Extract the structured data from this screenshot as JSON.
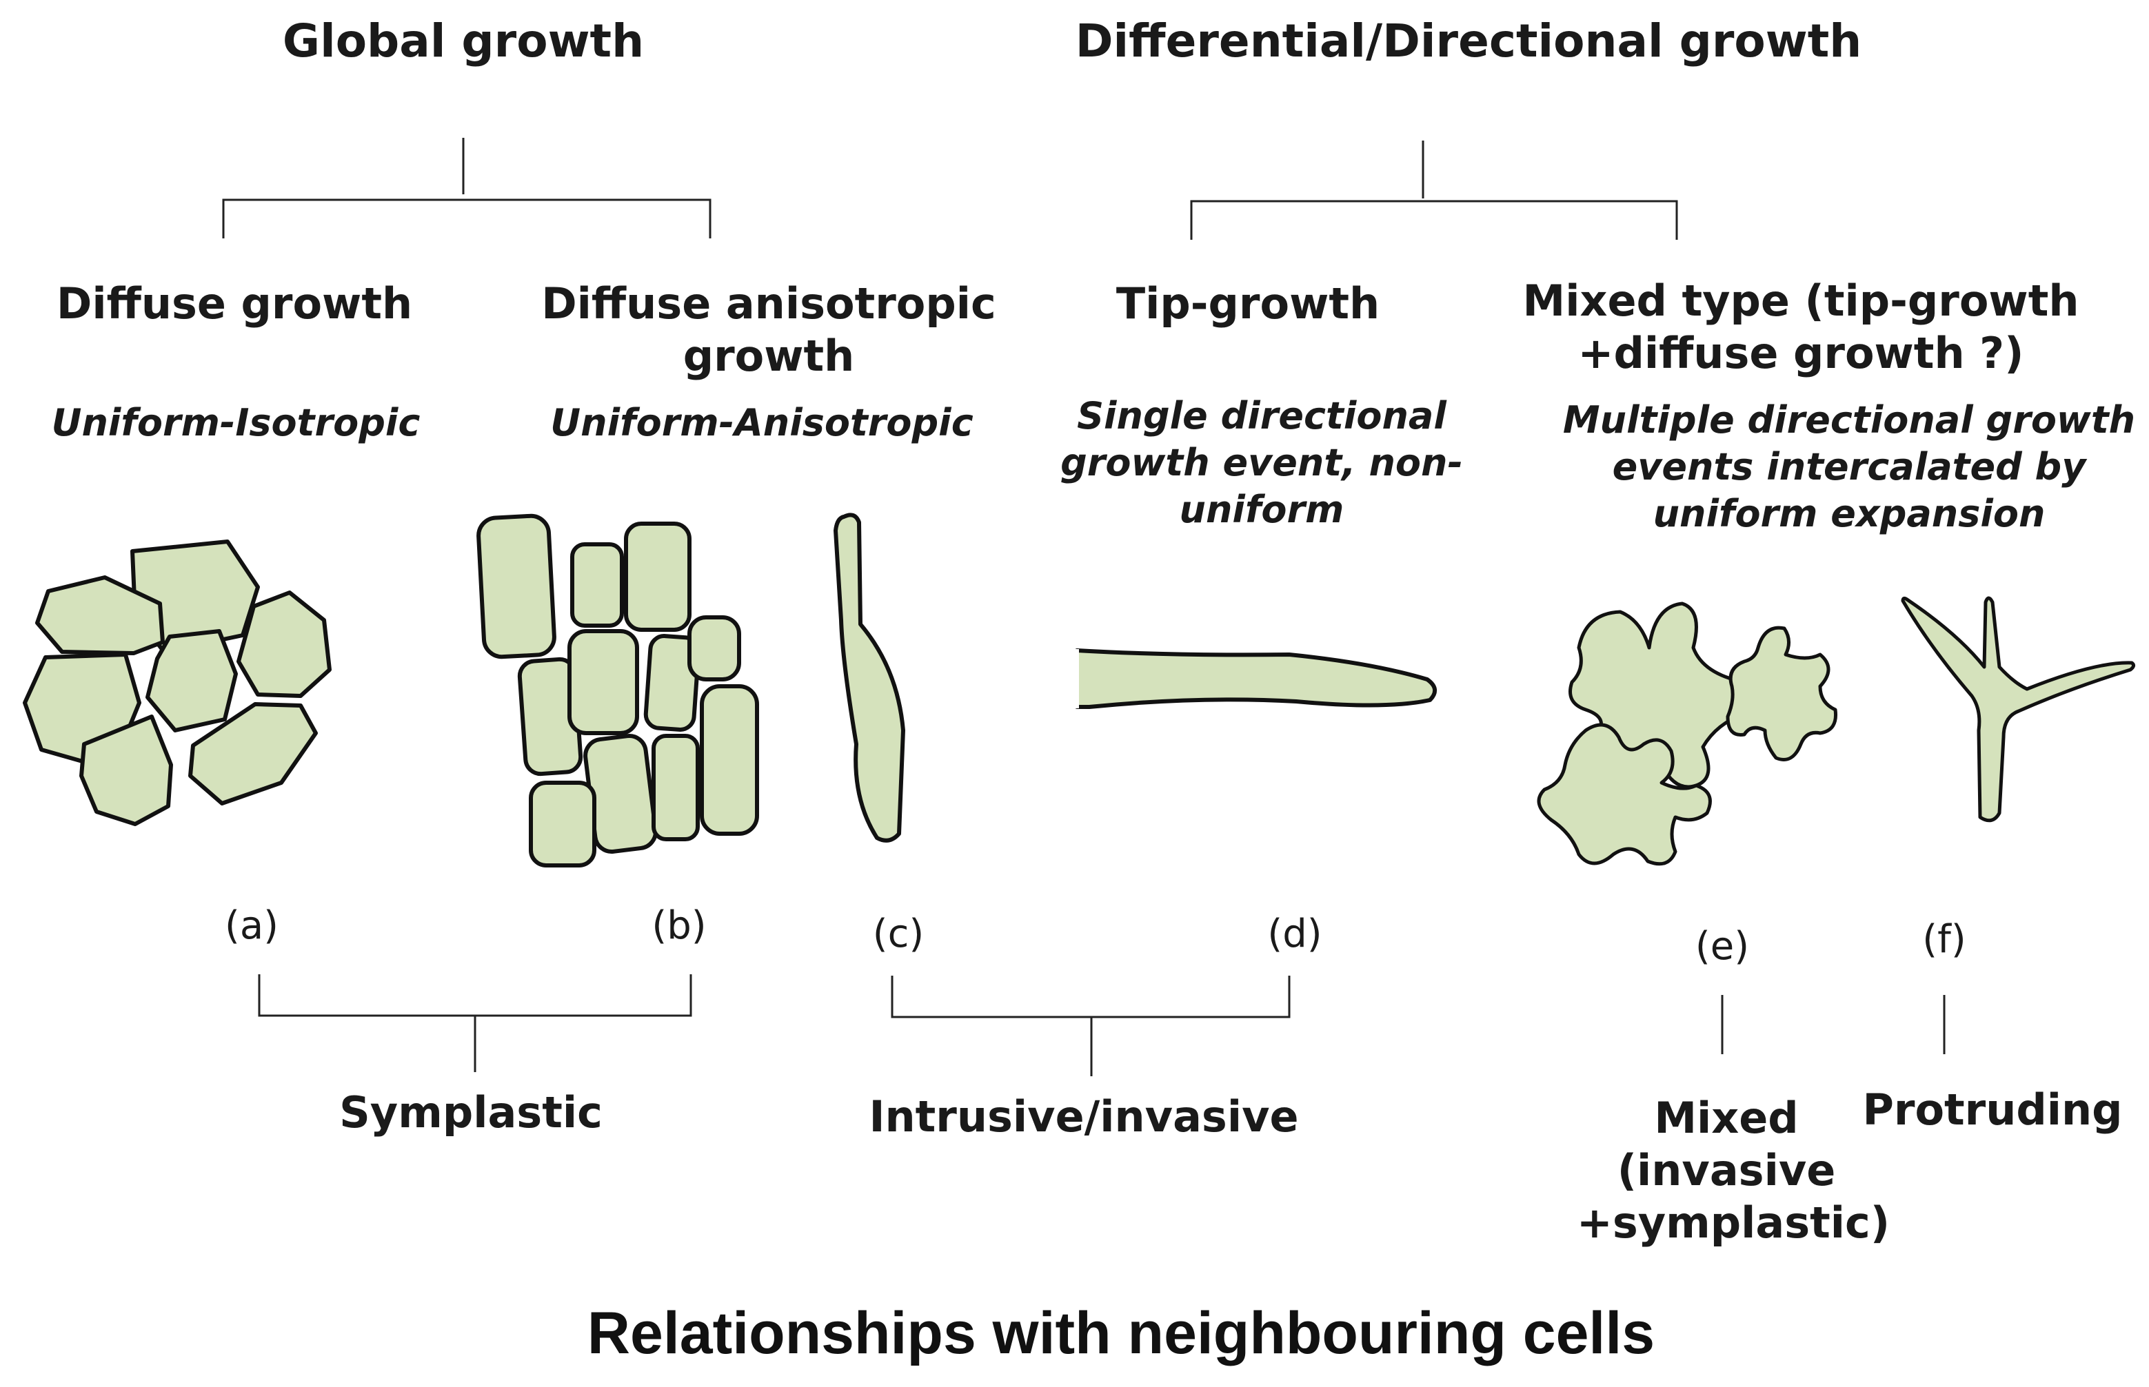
{
  "headers": {
    "global": "Global growth",
    "differential": "Differential/Directional growth"
  },
  "categories": {
    "diffuse": {
      "title": "Diffuse growth",
      "subtitle": "Uniform-Isotropic"
    },
    "anisotropic": {
      "title_line1": "Diffuse anisotropic",
      "title_line2": "growth",
      "subtitle": "Uniform-Anisotropic"
    },
    "tip": {
      "title": "Tip-growth",
      "subtitle_line1": "Single directional",
      "subtitle_line2": "growth event, non-",
      "subtitle_line3": "uniform"
    },
    "mixed": {
      "title_line1": "Mixed type (tip-growth",
      "title_line2": "+diffuse growth ?)",
      "subtitle_line1": "Multiple directional growth",
      "subtitle_line2": "events intercalated by",
      "subtitle_line3": "uniform expansion"
    }
  },
  "panel_labels": [
    "(a)",
    "(b)",
    "(c)",
    "(d)",
    "(e)",
    "(f)"
  ],
  "relationships": {
    "symplastic": "Symplastic",
    "intrusive": "Intrusive/invasive",
    "mixed_line1": "Mixed",
    "mixed_line2": "(invasive",
    "mixed_line3": "+symplastic)",
    "protruding": "Protruding"
  },
  "footer": "Relationships with neighbouring cells",
  "colors": {
    "cell_fill": "#d5e2bc",
    "cell_outline": "#111111",
    "text": "#1a1a1a"
  }
}
